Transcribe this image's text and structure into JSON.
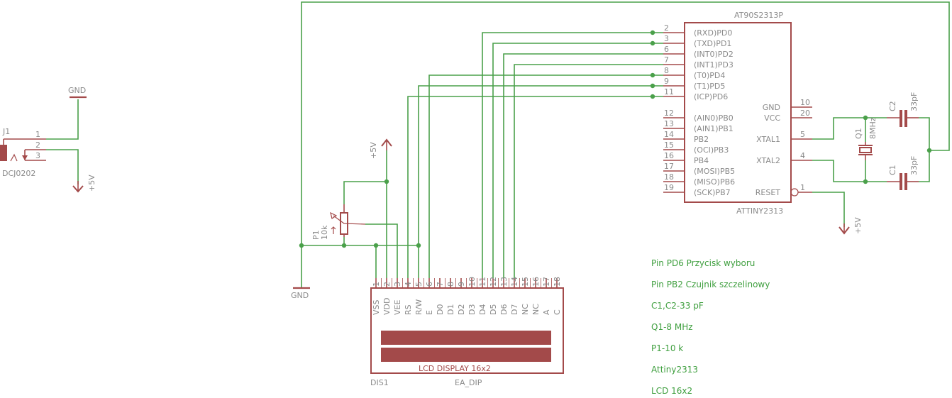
{
  "schematic": {
    "connector": {
      "ref": "J1",
      "value": "DCJ0202",
      "pins": [
        "1",
        "2",
        "3"
      ]
    },
    "supply_labels": {
      "gnd": "GND",
      "vcc": "+5V"
    },
    "mcu": {
      "name": "AT90S2313P",
      "value": "ATTINY2313",
      "left_pins": [
        {
          "num": "2",
          "name": "(RXD)PD0"
        },
        {
          "num": "3",
          "name": "(TXD)PD1"
        },
        {
          "num": "6",
          "name": "(INT0)PD2"
        },
        {
          "num": "7",
          "name": "(INT1)PD3"
        },
        {
          "num": "8",
          "name": "(T0)PD4"
        },
        {
          "num": "9",
          "name": "(T1)PD5"
        },
        {
          "num": "11",
          "name": "(ICP)PD6"
        },
        {
          "num": "12",
          "name": "(AIN0)PB0"
        },
        {
          "num": "13",
          "name": "(AIN1)PB1"
        },
        {
          "num": "14",
          "name": "PB2"
        },
        {
          "num": "15",
          "name": "(OCI)PB3"
        },
        {
          "num": "16",
          "name": "PB4"
        },
        {
          "num": "17",
          "name": "(MOSI)PB5"
        },
        {
          "num": "18",
          "name": "(MISO)PB6"
        },
        {
          "num": "19",
          "name": "(SCK)PB7"
        }
      ],
      "right_pins": [
        {
          "num": "10",
          "name": "GND"
        },
        {
          "num": "20",
          "name": "VCC"
        },
        {
          "num": "5",
          "name": "XTAL1"
        },
        {
          "num": "4",
          "name": "XTAL2"
        },
        {
          "num": "1",
          "name": "RESET"
        }
      ]
    },
    "crystal": {
      "ref": "Q1",
      "value": "8MHz"
    },
    "caps": [
      {
        "ref": "C2",
        "value": "33pF"
      },
      {
        "ref": "C1",
        "value": "33pF"
      }
    ],
    "pot": {
      "ref": "P1",
      "value": "10k"
    },
    "lcd": {
      "ref": "DIS1",
      "value": "EA_DIP",
      "title": "LCD DISPLAY 16x2",
      "pins": [
        {
          "num": "1",
          "name": "VSS"
        },
        {
          "num": "2",
          "name": "VDD"
        },
        {
          "num": "3",
          "name": "VEE"
        },
        {
          "num": "4",
          "name": "RS"
        },
        {
          "num": "5",
          "name": "R/W"
        },
        {
          "num": "6",
          "name": "E"
        },
        {
          "num": "7",
          "name": "D0"
        },
        {
          "num": "8",
          "name": "D1"
        },
        {
          "num": "9",
          "name": "D2"
        },
        {
          "num": "10",
          "name": "D3"
        },
        {
          "num": "11",
          "name": "D4"
        },
        {
          "num": "12",
          "name": "D5"
        },
        {
          "num": "13",
          "name": "D6"
        },
        {
          "num": "14",
          "name": "D7"
        },
        {
          "num": "15",
          "name": "NC"
        },
        {
          "num": "16",
          "name": "NC"
        },
        {
          "num": "17",
          "name": "A"
        },
        {
          "num": "18",
          "name": "C"
        }
      ]
    },
    "notes": [
      "Pin PD6 Przycisk wyboru",
      "Pin PB2 Czujnik szczelinowy",
      "C1,C2-33 pF",
      "Q1-8 MHz",
      "P1-10 k",
      "Attiny2313",
      "LCD 16x2"
    ],
    "colors": {
      "part": "#a34a4a",
      "wire": "#4aa04a",
      "text": "#8a8a8a",
      "note": "#3f9f3f"
    }
  }
}
